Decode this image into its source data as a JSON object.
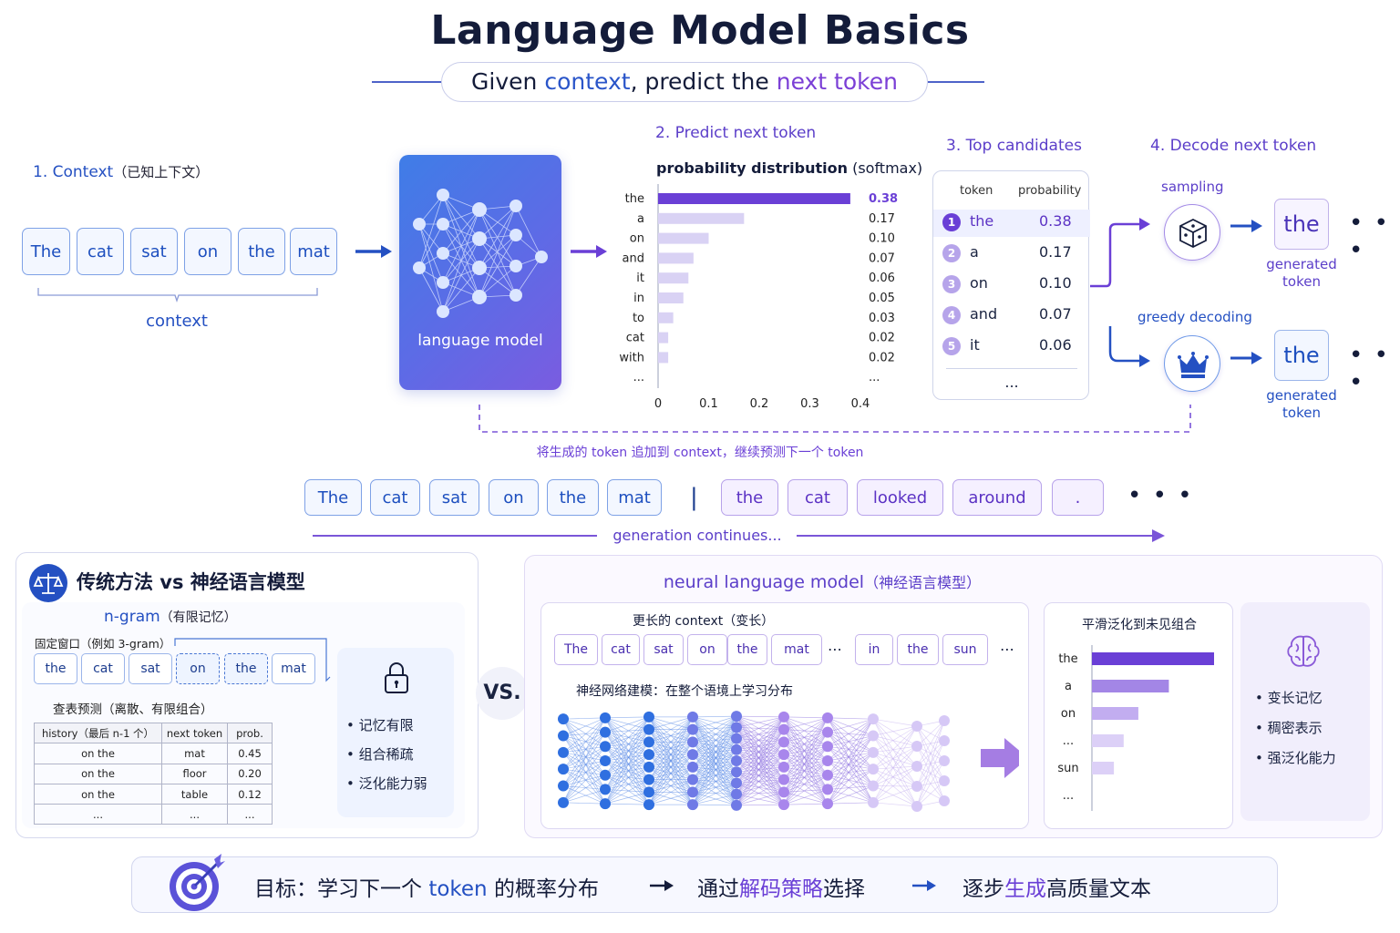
{
  "title": "Language Model Basics",
  "subtitle": {
    "pre": "Given ",
    "context": "context",
    "mid": ", predict the ",
    "next": "next token"
  },
  "step1": {
    "title": "1. Context",
    "title_cn": "（已知上下文）",
    "tokens": [
      "The",
      "cat",
      "sat",
      "on",
      "the",
      "mat"
    ],
    "caption": "context"
  },
  "model": {
    "label": "language model"
  },
  "step2": {
    "title": "2. Predict next token",
    "dist_title": "probability distribution",
    "dist_note": " (softmax)"
  },
  "chart_data": {
    "type": "bar",
    "orientation": "horizontal",
    "categories": [
      "the",
      "a",
      "on",
      "and",
      "it",
      "in",
      "to",
      "cat",
      "with",
      "..."
    ],
    "values": [
      0.38,
      0.17,
      0.1,
      0.07,
      0.06,
      0.05,
      0.03,
      0.02,
      0.02,
      null
    ],
    "value_labels": [
      "0.38",
      "0.17",
      "0.10",
      "0.07",
      "0.06",
      "0.05",
      "0.03",
      "0.02",
      "0.02",
      "..."
    ],
    "xlim": [
      0,
      0.4
    ],
    "xticks": [
      "0",
      "0.1",
      "0.2",
      "0.3",
      "0.4"
    ],
    "highlight_color": "#6a3fd6",
    "bar_color": "#d9d2f4"
  },
  "step3": {
    "title": "3. Top candidates",
    "headers": [
      "token",
      "probability"
    ],
    "rows": [
      {
        "n": "1",
        "token": "the",
        "prob": "0.38"
      },
      {
        "n": "2",
        "token": "a",
        "prob": "0.17"
      },
      {
        "n": "3",
        "token": "on",
        "prob": "0.10"
      },
      {
        "n": "4",
        "token": "and",
        "prob": "0.07"
      },
      {
        "n": "5",
        "token": "it",
        "prob": "0.06"
      }
    ],
    "more": "..."
  },
  "step4": {
    "title": "4. Decode next token",
    "sampling": "sampling",
    "greedy": "greedy decoding",
    "gen_token": "the",
    "gen_label1": "generated",
    "gen_label2": "token",
    "dots": "• • •"
  },
  "loop_caption": "将生成的 token 追加到 context，继续预测下一个 token",
  "sequence": {
    "context": [
      "The",
      "cat",
      "sat",
      "on",
      "the",
      "mat"
    ],
    "sep": "|",
    "generated": [
      "the",
      "cat",
      "looked",
      "around",
      "."
    ],
    "dots": "• • •",
    "caption": "generation continues..."
  },
  "left_panel": {
    "title": "传统方法 vs 神经语言模型",
    "ngram_title": "n-gram",
    "ngram_note": "（有限记忆）",
    "window_label": "固定窗口（例如 3-gram）",
    "tokens": [
      "the",
      "cat",
      "sat",
      "on",
      "the",
      "mat"
    ],
    "lookup_label": "查表预测（离散、有限组合）",
    "table_headers": [
      "history（最后 n-1 个）",
      "next token",
      "prob."
    ],
    "table_rows": [
      [
        "on the",
        "mat",
        "0.45"
      ],
      [
        "on the",
        "floor",
        "0.20"
      ],
      [
        "on the",
        "table",
        "0.12"
      ],
      [
        "...",
        "...",
        "..."
      ]
    ],
    "bullets": [
      "记忆有限",
      "组合稀疏",
      "泛化能力弱"
    ]
  },
  "vs_label": "VS.",
  "right_panel": {
    "title": "neural language model",
    "title_cn": "（神经语言模型）",
    "context_label": "更长的 context（变长）",
    "tokens": [
      "The",
      "cat",
      "sat",
      "on",
      "the",
      "mat",
      "⋯",
      "in",
      "the",
      "sun",
      "⋯"
    ],
    "net_label": "神经网络建模：在整个语境上学习分布",
    "smooth_title": "平滑泛化到未见组合",
    "smooth_chart": {
      "type": "bar",
      "categories": [
        "the",
        "a",
        "on",
        "...",
        "sun",
        "..."
      ],
      "values": [
        1.0,
        0.63,
        0.38,
        0.26,
        0.18,
        null
      ]
    },
    "bullets": [
      "变长记忆",
      "稠密表示",
      "强泛化能力"
    ]
  },
  "goal": {
    "lead": "目标：",
    "p1": "学习下一个 ",
    "token": "token",
    "p2": " 的概率分布",
    "p3": "通过",
    "decode": "解码策略",
    "p4": "选择",
    "p5": "逐步",
    "gen": "生成",
    "p6": "高质量文本"
  },
  "colors": {
    "blue": "#2450c2",
    "purple": "#6a3fd6",
    "light_purple": "#d9d2f4"
  }
}
